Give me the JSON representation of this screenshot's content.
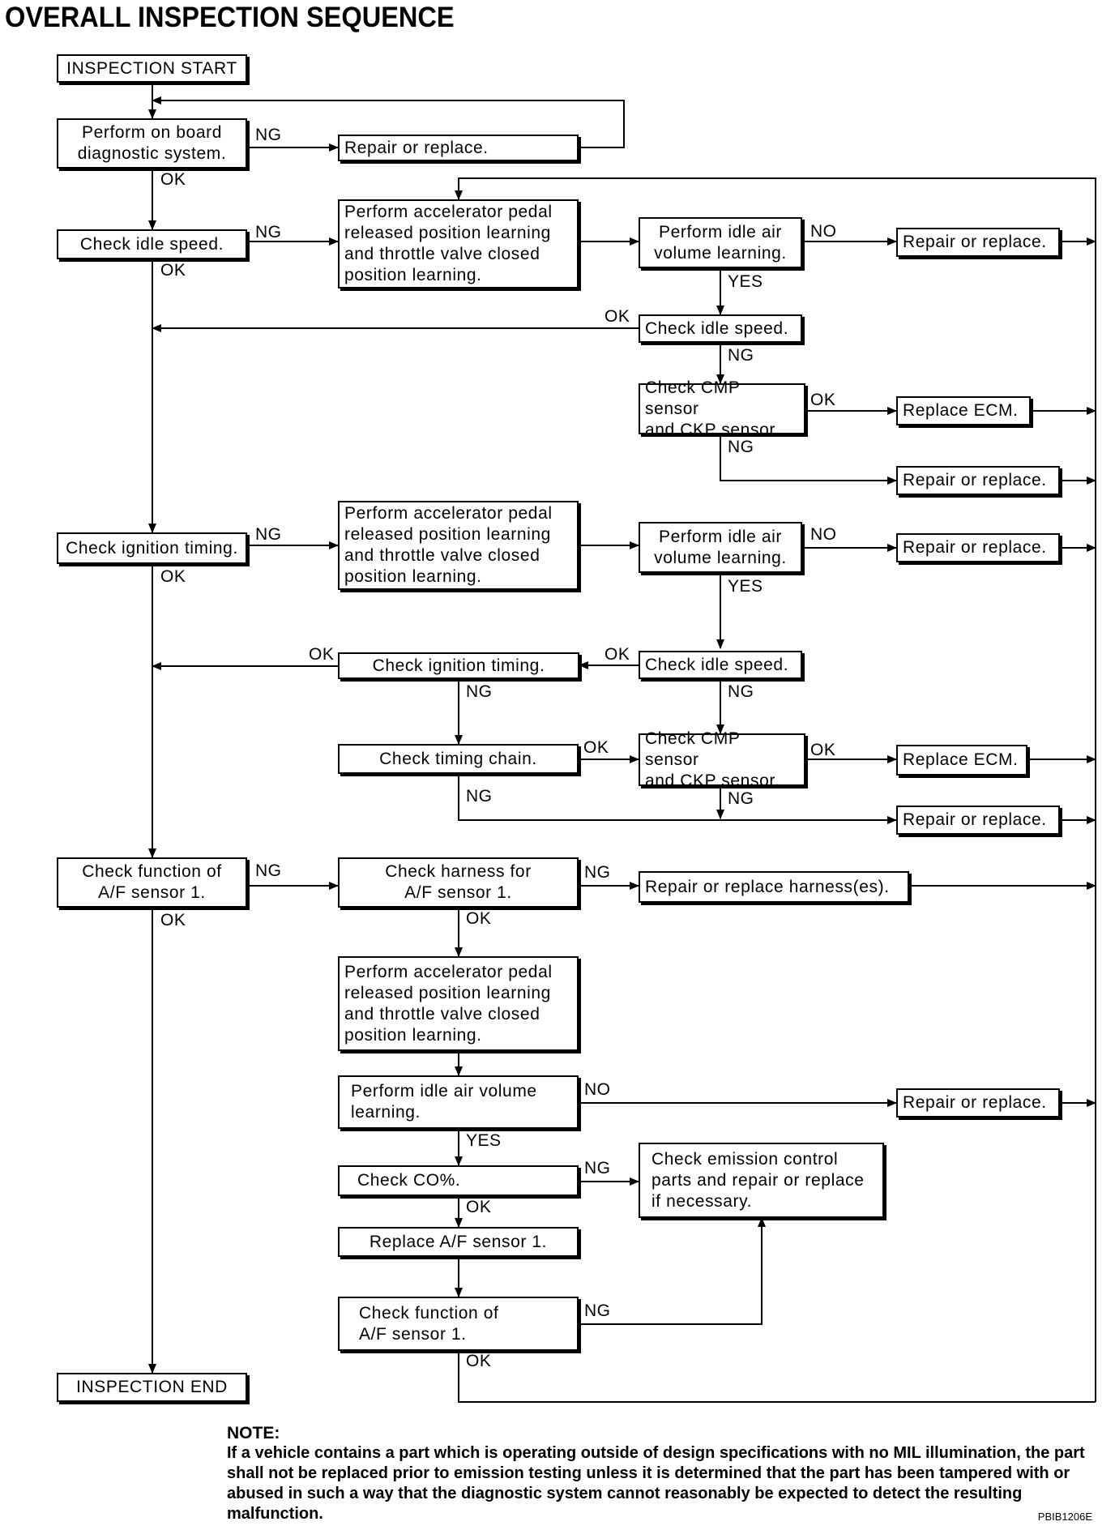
{
  "title": "OVERALL INSPECTION SEQUENCE",
  "boxes": {
    "start": "INSPECTION START",
    "obd": "Perform on board\ndiagnostic system.",
    "repair_1": "Repair or replace.",
    "idle_speed_1": "Check idle speed.",
    "accel_learn_1": "Perform accelerator pedal\nreleased position learning\nand throttle valve closed\nposition learning.",
    "idle_air_1": "Perform idle air\nvolume learning.",
    "repair_2": "Repair or replace.",
    "idle_speed_2": "Check idle speed.",
    "cmp_ckp_1": "Check CMP sensor\nand CKP sensor.",
    "replace_ecm_1": "Replace ECM.",
    "repair_3": "Repair or replace.",
    "ign_timing_1": "Check ignition timing.",
    "accel_learn_2": "Perform accelerator pedal\nreleased position learning\nand throttle valve closed\nposition learning.",
    "idle_air_2": "Perform idle air\nvolume learning.",
    "repair_4": "Repair or replace.",
    "ign_timing_2": "Check ignition timing.",
    "idle_speed_3": "Check idle speed.",
    "timing_chain": "Check timing chain.",
    "cmp_ckp_2": "Check CMP sensor\nand CKP sensor.",
    "replace_ecm_2": "Replace ECM.",
    "repair_5": "Repair or replace.",
    "af_func_1": "Check function of\nA/F sensor 1.",
    "harness": "Check harness for\nA/F sensor 1.",
    "repair_harness": "Repair or replace harness(es).",
    "accel_learn_3": "Perform accelerator pedal\nreleased position learning\nand throttle valve closed\nposition learning.",
    "idle_air_3": "Perform idle air volume\nlearning.",
    "repair_6": "Repair or replace.",
    "co": "Check CO%.",
    "emission": "Check emission control\nparts and repair or replace\nif necessary.",
    "replace_af": "Replace A/F sensor 1.",
    "af_func_2": "Check function of\nA/F sensor 1.",
    "end": "INSPECTION END"
  },
  "labels": {
    "ng": "NG",
    "ok": "OK",
    "no": "NO",
    "yes": "YES"
  },
  "note": {
    "title": "NOTE:",
    "text": "If a vehicle contains a part which is operating outside of design specifications with no MIL illumination, the part shall not be replaced prior to emission testing unless it is determined that the part has been tampered with or abused in such a way that the diagnostic system cannot reasonably be expected to detect the resulting malfunction."
  },
  "reference_code": "PBIB1206E"
}
